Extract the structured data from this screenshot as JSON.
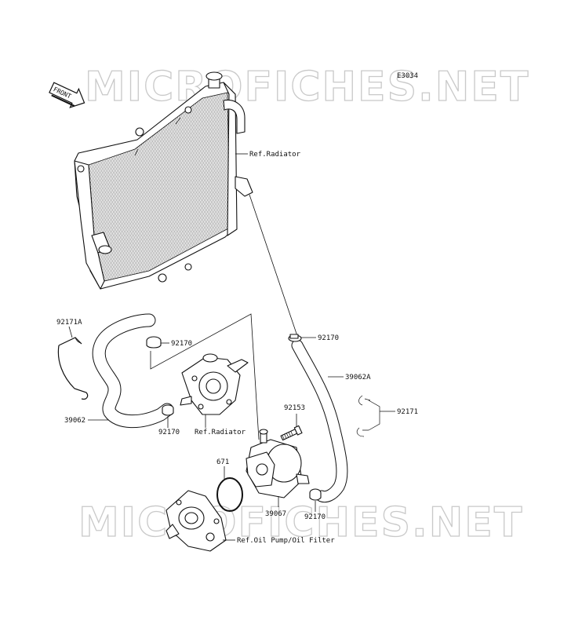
{
  "diagram_code": "E3034",
  "watermark": {
    "top": "MICROFICHES.NET",
    "bottom": "MICROFICHES.NET"
  },
  "front_arrow": {
    "text": "FRONT"
  },
  "labels": {
    "ref_radiator_top": "Ref.Radiator",
    "clamp_upper_right": "92170",
    "bracket_left": "92171A",
    "clamp_upper_left": "92170",
    "hose_right": "39062A",
    "bracket_right": "92171",
    "bolt": "92153",
    "hose_left": "39062",
    "clamp_pump": "92170",
    "ref_radiator_pump": "Ref.Radiator",
    "oring": "671",
    "clamp_lower": "92170",
    "oil_cooler": "39067",
    "ref_oil_pump": "Ref.Oil Pump/Oil Filter"
  }
}
